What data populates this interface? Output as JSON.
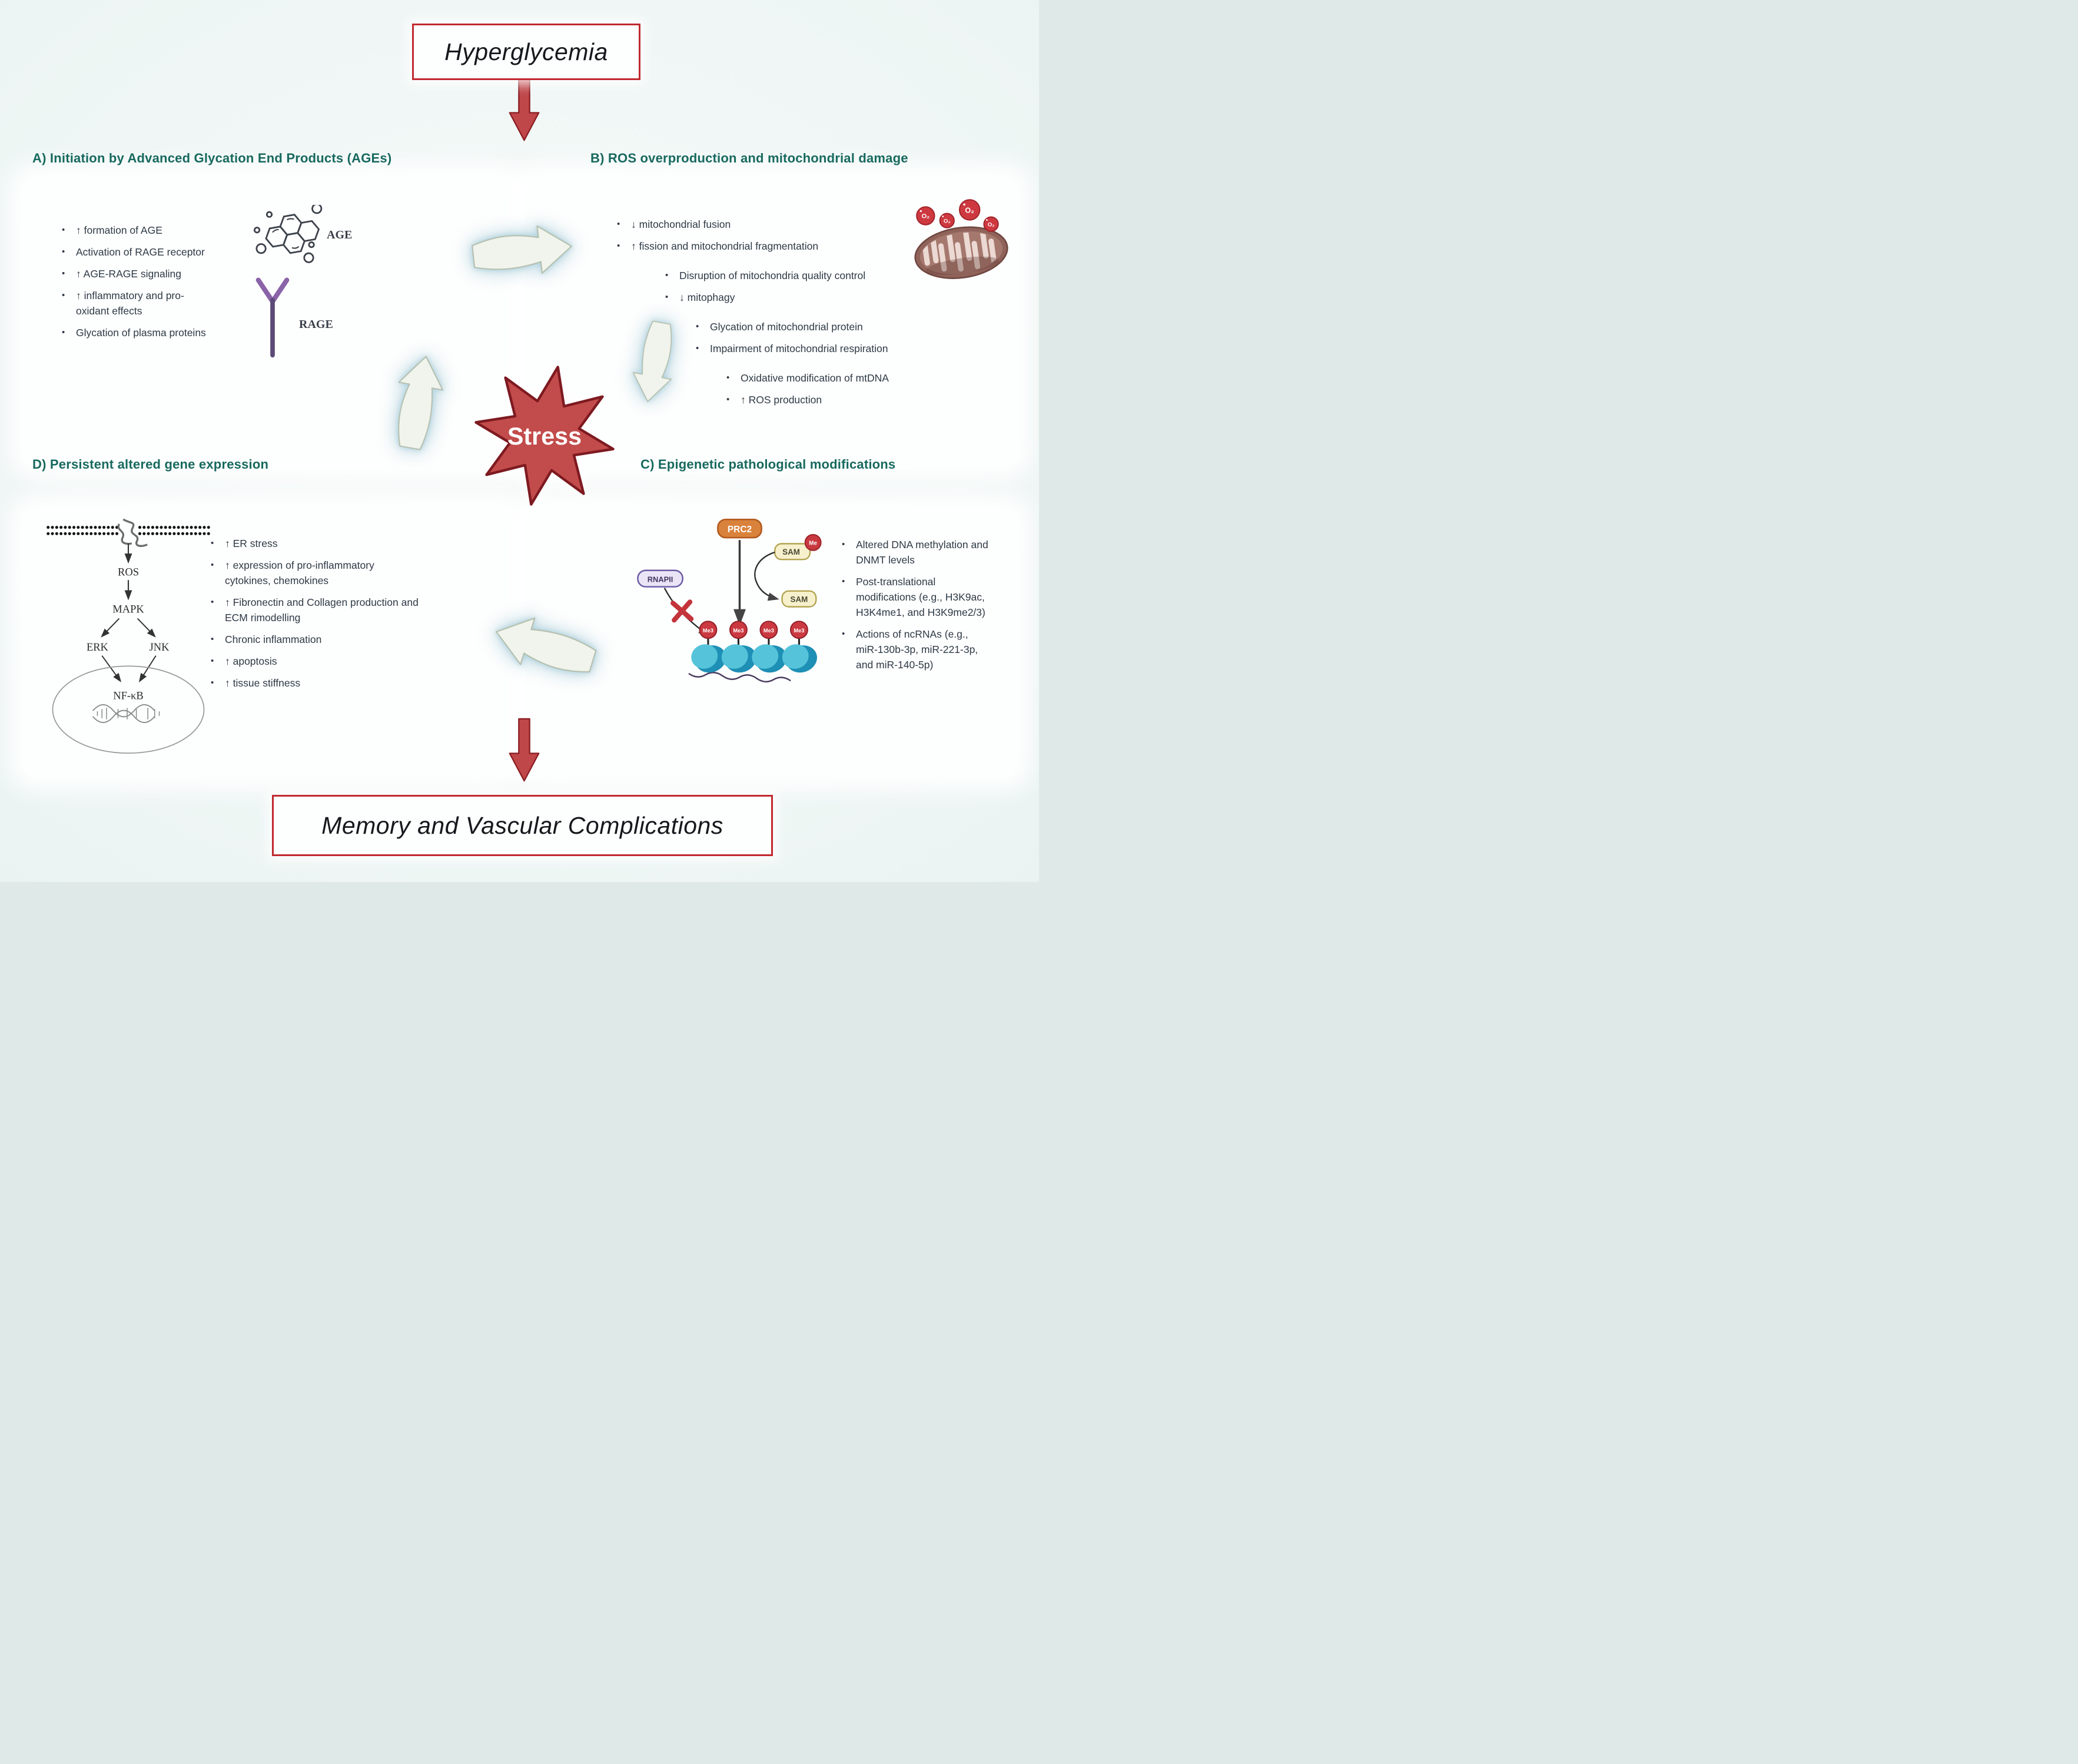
{
  "top_box": {
    "title": "Hyperglycemia"
  },
  "bottom_box": {
    "title": "Memory and Vascular Complications"
  },
  "center_star": {
    "label": "Stress"
  },
  "colors": {
    "background": "#edf5f4",
    "heading_teal": "#17695e",
    "accent_red": "#c0292e",
    "star_fill": "#c24b4b",
    "star_stroke": "#7d1a20",
    "cycle_arrow_fill": "#f1f4ec",
    "body_text": "#2e3a45"
  },
  "panelA": {
    "heading": "A) Initiation by Advanced Glycation End Products (AGEs)",
    "bullets": [
      {
        "text": "↑ formation of AGE"
      },
      {
        "text": "Activation of RAGE receptor"
      },
      {
        "text": "↑  AGE-RAGE signaling"
      },
      {
        "text": "↑ inflammatory and pro-oxidant effects"
      },
      {
        "text": "Glycation of plasma proteins"
      }
    ],
    "age_label": "AGE",
    "rage_label": "RAGE"
  },
  "panelB": {
    "heading": "B) ROS overproduction and mitochondrial damage",
    "bullets": [
      {
        "level": 0,
        "text": "↓ mitochondrial fusion"
      },
      {
        "level": 0,
        "text": "↑ fission and mitochondrial fragmentation"
      },
      {
        "level": 1,
        "text": "Disruption of mitochondria quality control"
      },
      {
        "level": 1,
        "text": "↓ mitophagy"
      },
      {
        "level": 2,
        "text": "Glycation of mitochondrial protein"
      },
      {
        "level": 2,
        "text": "Impairment of mitochondrial respiration"
      },
      {
        "level": 3,
        "text": "Oxidative modification of mtDNA"
      },
      {
        "level": 3,
        "text": "↑ ROS production"
      }
    ],
    "superoxide_label": "O₂"
  },
  "panelC": {
    "heading": "C) Epigenetic pathological modifications",
    "bullets": [
      {
        "text": "Altered DNA methylation and DNMT levels"
      },
      {
        "text": "Post-translational modifications (e.g., H3K9ac, H3K4me1, and H3K9me2/3)"
      },
      {
        "text": "Actions of ncRNAs (e.g., miR-130b-3p, miR-221-3p, and miR-140-5p)"
      }
    ],
    "labels": {
      "prc2": "PRC2",
      "sam_top": "SAM",
      "me": "Me",
      "sam_bottom": "SAM",
      "rnapii": "RNAPII",
      "me3": "Me3"
    }
  },
  "panelD": {
    "heading": "D) Persistent altered gene expression",
    "bullets": [
      {
        "text": "↑ ER stress"
      },
      {
        "text": "↑ expression of pro-inflammatory cytokines, chemokines"
      },
      {
        "text": "↑ Fibronectin and Collagen production and ECM rimodelling"
      },
      {
        "text": "Chronic inflammation"
      },
      {
        "text": "↑ apoptosis"
      },
      {
        "text": "↑ tissue stiffness"
      }
    ],
    "pathway": {
      "ros": "ROS",
      "mapk": "MAPK",
      "erk": "ERK",
      "jnk": "JNK",
      "nfkb": "NF-κB"
    }
  }
}
